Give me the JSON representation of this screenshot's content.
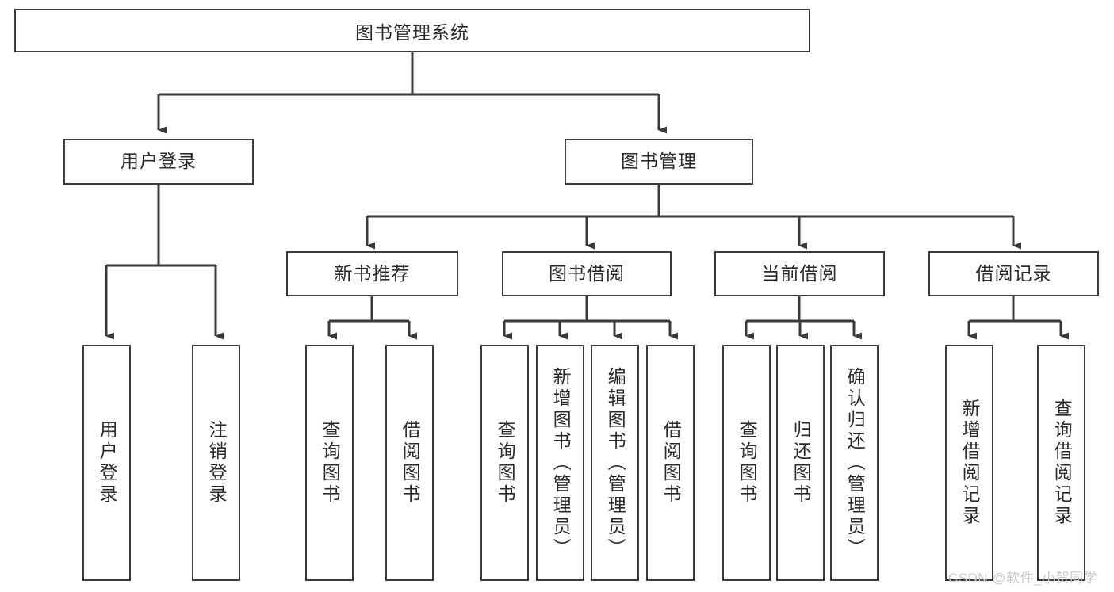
{
  "diagram": {
    "title": "图书管理系统",
    "type": "tree",
    "stroke_color": "#3a3a3a",
    "fill_color": "#ffffff",
    "text_color": "#2b2b2b",
    "root": {
      "label": "图书管理系统"
    },
    "level2": [
      {
        "label": "用户登录"
      },
      {
        "label": "图书管理"
      }
    ],
    "level3": [
      {
        "label": "新书推荐"
      },
      {
        "label": "图书借阅"
      },
      {
        "label": "当前借阅"
      },
      {
        "label": "借阅记录"
      }
    ],
    "leaves": {
      "user_login": [
        {
          "label": "用户登录"
        },
        {
          "label": "注销登录"
        }
      ],
      "new_book_recommend": [
        {
          "label": "查询图书"
        },
        {
          "label": "借阅图书"
        }
      ],
      "book_borrow": [
        {
          "label": "查询图书"
        },
        {
          "label": "新增图书（管理员）"
        },
        {
          "label": "编辑图书（管理员）"
        },
        {
          "label": "借阅图书"
        }
      ],
      "current_borrow": [
        {
          "label": "查询图书"
        },
        {
          "label": "归还图书"
        },
        {
          "label": "确认归还（管理员）"
        }
      ],
      "borrow_record": [
        {
          "label": "新增借阅记录"
        },
        {
          "label": "查询借阅记录"
        }
      ]
    }
  },
  "watermark": {
    "text": "CSDN @软件_小贺同学",
    "color": "#c9c9c9"
  }
}
